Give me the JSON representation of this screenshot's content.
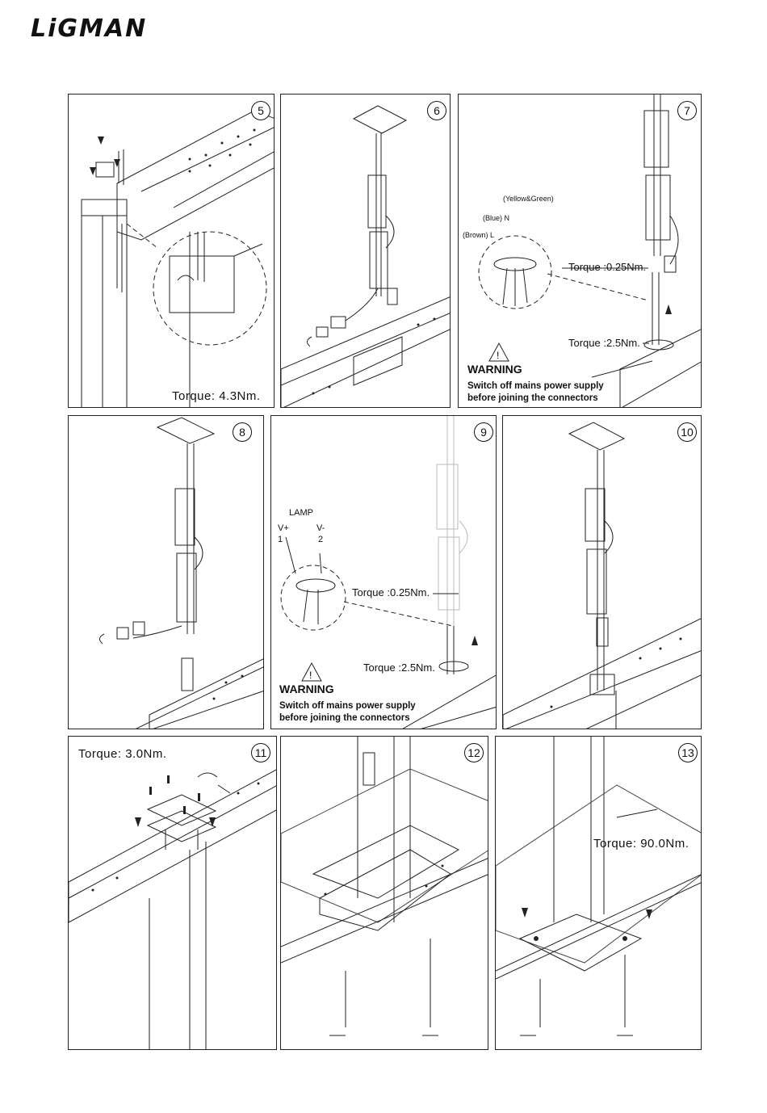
{
  "brand": {
    "logo": "LiGMAN"
  },
  "steps": [
    {
      "id": "5",
      "number": "5",
      "torque": "Torque: 4.3Nm."
    },
    {
      "id": "6",
      "number": "6"
    },
    {
      "id": "7",
      "number": "7",
      "labels": {
        "yg": "(Yellow&Green)",
        "blue": "(Blue) N",
        "brown": "(Brown) L"
      },
      "torque_small": "Torque :0.25Nm.",
      "torque_large": "Torque :2.5Nm.",
      "warning_title": "WARNING",
      "warning_line1": "Switch off mains power supply",
      "warning_line2": "before joining the connectors"
    },
    {
      "id": "8",
      "number": "8"
    },
    {
      "id": "9",
      "number": "9",
      "labels": {
        "lamp": "LAMP",
        "vplus": "V+",
        "vminus": "V-",
        "one": "1",
        "two": "2"
      },
      "torque_small": "Torque :0.25Nm.",
      "torque_large": "Torque :2.5Nm.",
      "warning_title": "WARNING",
      "warning_line1": "Switch off mains power supply",
      "warning_line2": "before joining the connectors"
    },
    {
      "id": "10",
      "number": "10"
    },
    {
      "id": "11",
      "number": "11",
      "torque": "Torque: 3.0Nm."
    },
    {
      "id": "12",
      "number": "12"
    },
    {
      "id": "13",
      "number": "13",
      "torque": "Torque: 90.0Nm."
    }
  ]
}
